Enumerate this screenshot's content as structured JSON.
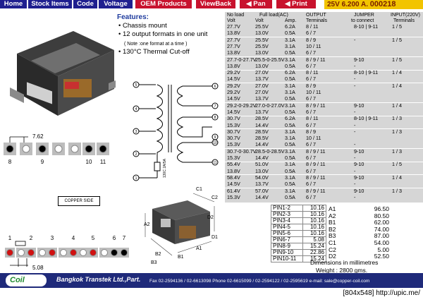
{
  "nav": {
    "items": [
      "Home",
      "Stock Items",
      "Code",
      "Voltage",
      "OEM Products",
      "ViewBack",
      "Pan",
      "Print"
    ],
    "part_label": "25V 6.200 A.",
    "part_number": "000218"
  },
  "features": {
    "title": "Features:",
    "items": [
      "Chassis mount",
      "12 output formats in one unit",
      "130°C Thermal Cut-off"
    ],
    "note": "( Note :one format at a time )"
  },
  "table": {
    "headers": {
      "noload": "No load",
      "volt1": "Volt",
      "fullload": "Full load(AC)",
      "volt2": "Volt",
      "amp": "Amp.",
      "output": "OUTPUT",
      "terminals1": "Terminals",
      "jumper": "JUMPER",
      "toconnect": "to connect",
      "input": "INPUT(220V)",
      "terminals2": "Terminals"
    },
    "rows": [
      [
        "27.7V",
        "25.5V",
        "6.2A",
        "8 / 11",
        "8-10 | 9-11",
        "1 / 5"
      ],
      [
        "13.8V",
        "13.0V",
        "0.5A",
        "6 / 7",
        "",
        ""
      ],
      [
        "27.7V",
        "25.5V",
        "3.1A",
        "8 / 9",
        "-",
        "1 / 5"
      ],
      [
        "27.7V",
        "25.5V",
        "3.1A",
        "10 / 11",
        "",
        ""
      ],
      [
        "13.8V",
        "13.0V",
        "0.5A",
        "6 / 7",
        "",
        ""
      ],
      [
        "27.7-0-27.7V",
        "25.5-0-25.5V",
        "3.1A",
        "8 / 9 / 11",
        "9-10",
        "1 / 5"
      ],
      [
        "13.8V",
        "13.0V",
        "0.5A",
        "6 / 7",
        "-",
        ""
      ],
      [
        "29.2V",
        "27.0V",
        "6.2A",
        "8 / 11",
        "8-10 | 9-11",
        "1 / 4"
      ],
      [
        "14.5V",
        "13.7V",
        "0.5A",
        "6 / 7",
        "-",
        ""
      ],
      [
        "29.2V",
        "27.0V",
        "3.1A",
        "8 / 9",
        "-",
        "1 / 4"
      ],
      [
        "29.2V",
        "27.0V",
        "3.1A",
        "10 / 11",
        "",
        ""
      ],
      [
        "14.5V",
        "13.7V",
        "0.5A",
        "6 / 7",
        "",
        ""
      ],
      [
        "29.2-0-29.2V",
        "27.0-0-27.0V",
        "3.1A",
        "8 / 9 / 11",
        "9-10",
        "1 / 4"
      ],
      [
        "14.5V",
        "13.7V",
        "0.5A",
        "6 / 7",
        "-",
        ""
      ],
      [
        "30.7V",
        "28.5V",
        "6.2A",
        "8 / 11",
        "8-10 | 9-11",
        "1 / 3"
      ],
      [
        "15.3V",
        "14.4V",
        "0.5A",
        "6 / 7",
        "-",
        ""
      ],
      [
        "30.7V",
        "28.5V",
        "3.1A",
        "8 / 9",
        "-",
        "1 / 3"
      ],
      [
        "30.7V",
        "28.5V",
        "3.1A",
        "10 / 11",
        "",
        ""
      ],
      [
        "15.3V",
        "14.4V",
        "0.5A",
        "6 / 7",
        "-",
        ""
      ],
      [
        "30.7-0-30.7V",
        "28.5-0-28.5V",
        "3.1A",
        "8 / 9 / 11",
        "9-10",
        "1 / 3"
      ],
      [
        "15.3V",
        "14.4V",
        "0.5A",
        "6 / 7",
        "-",
        ""
      ],
      [
        "55.4V",
        "51.0V",
        "3.1A",
        "8 / 9 / 11",
        "9-10",
        "1 / 5"
      ],
      [
        "13.8V",
        "13.0V",
        "0.5A",
        "6 / 7",
        "-",
        ""
      ],
      [
        "58.4V",
        "54.0V",
        "3.1A",
        "8 / 9 / 11",
        "9-10",
        "1 / 4"
      ],
      [
        "14.5V",
        "13.7V",
        "0.5A",
        "6 / 7",
        "-",
        ""
      ],
      [
        "61.4V",
        "57.0V",
        "3.1A",
        "8 / 9 / 11",
        "9-10",
        "1 / 3"
      ],
      [
        "15.3V",
        "14.4V",
        "0.5A",
        "6 / 7",
        "-",
        ""
      ]
    ]
  },
  "schematic": {
    "pins_left": [
      "5",
      "4",
      "3",
      "2",
      "1"
    ],
    "pins_right": [
      "6",
      "7",
      "8",
      "9",
      "10",
      "11"
    ],
    "cutoff": "130C 2A/5A"
  },
  "pinout_top": {
    "pitch": "7.62",
    "labels": [
      "8",
      "9",
      "10",
      "11"
    ]
  },
  "copper_side": "COPPER SIDE",
  "pinout_bottom": {
    "labels": [
      "1",
      "2",
      "3",
      "4",
      "5",
      "6",
      "7"
    ],
    "pitch": "5.08"
  },
  "dims_labels": [
    "C1",
    "C2",
    "D2",
    "A2",
    "B2",
    "B3",
    "B1",
    "A1",
    "D1"
  ],
  "pin_table": [
    [
      "PIN1-2",
      "10.16"
    ],
    [
      "PIN2-3",
      "10.16"
    ],
    [
      "PIN3-4",
      "10.16"
    ],
    [
      "PIN4-5",
      "10.16"
    ],
    [
      "PIN5-6",
      "10.16"
    ],
    [
      "PIN6-7",
      "5.08"
    ],
    [
      "PIN8-9",
      "15.24"
    ],
    [
      "PIN9-10",
      "22.86"
    ],
    [
      "PIN10-11",
      "15.24"
    ]
  ],
  "dim_table": [
    [
      "A1",
      "96.50"
    ],
    [
      "A2",
      "80.50"
    ],
    [
      "B1",
      "62.00"
    ],
    [
      "B2",
      "74.00"
    ],
    [
      "B3",
      "87.00"
    ],
    [
      "C1",
      "54.00"
    ],
    [
      "C2",
      "5.00"
    ],
    [
      "D2",
      "52.50"
    ]
  ],
  "dim_note": "Dimensions in millimetres",
  "weight": "Weight : 2800 gms.",
  "footer": {
    "company": "Bangkok Transtek Ltd.,Part.",
    "contact": "Fax  02-2594136 / 02-6613098   Phone 02-6615099 / 02-2594122 / 02-2595619   e-mail: sale@copper-coil.com",
    "logo_text": "Coil"
  },
  "watermark": "[804x548] http://upic.me/",
  "colors": {
    "nav_blue": "#1f1f8f",
    "nav_red": "#c8122e",
    "part_yellow": "#f2c400",
    "footer_navy": "#1f2a7a",
    "pin_red": "#d01010"
  }
}
